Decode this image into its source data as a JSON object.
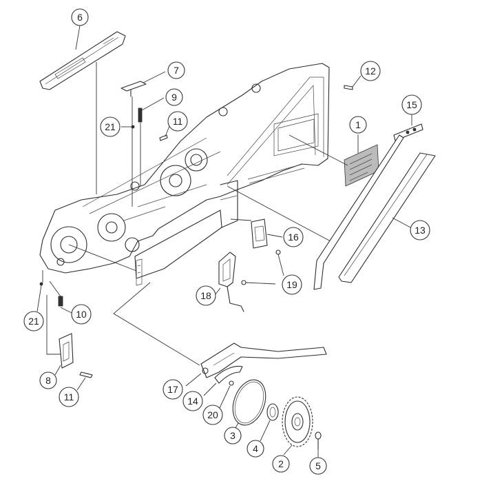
{
  "callouts": [
    {
      "id": "c1",
      "label": "1"
    },
    {
      "id": "c2",
      "label": "2"
    },
    {
      "id": "c3",
      "label": "3"
    },
    {
      "id": "c4",
      "label": "4"
    },
    {
      "id": "c5",
      "label": "5"
    },
    {
      "id": "c6",
      "label": "6"
    },
    {
      "id": "c7",
      "label": "7"
    },
    {
      "id": "c8",
      "label": "8"
    },
    {
      "id": "c9",
      "label": "9"
    },
    {
      "id": "c10",
      "label": "10"
    },
    {
      "id": "c11a",
      "label": "11"
    },
    {
      "id": "c11b",
      "label": "11"
    },
    {
      "id": "c12",
      "label": "12"
    },
    {
      "id": "c13",
      "label": "13"
    },
    {
      "id": "c14",
      "label": "14"
    },
    {
      "id": "c15",
      "label": "15"
    },
    {
      "id": "c16",
      "label": "16"
    },
    {
      "id": "c17",
      "label": "17"
    },
    {
      "id": "c18",
      "label": "18"
    },
    {
      "id": "c19",
      "label": "19"
    },
    {
      "id": "c20",
      "label": "20"
    },
    {
      "id": "c21a",
      "label": "21"
    },
    {
      "id": "c21b",
      "label": "21"
    }
  ]
}
